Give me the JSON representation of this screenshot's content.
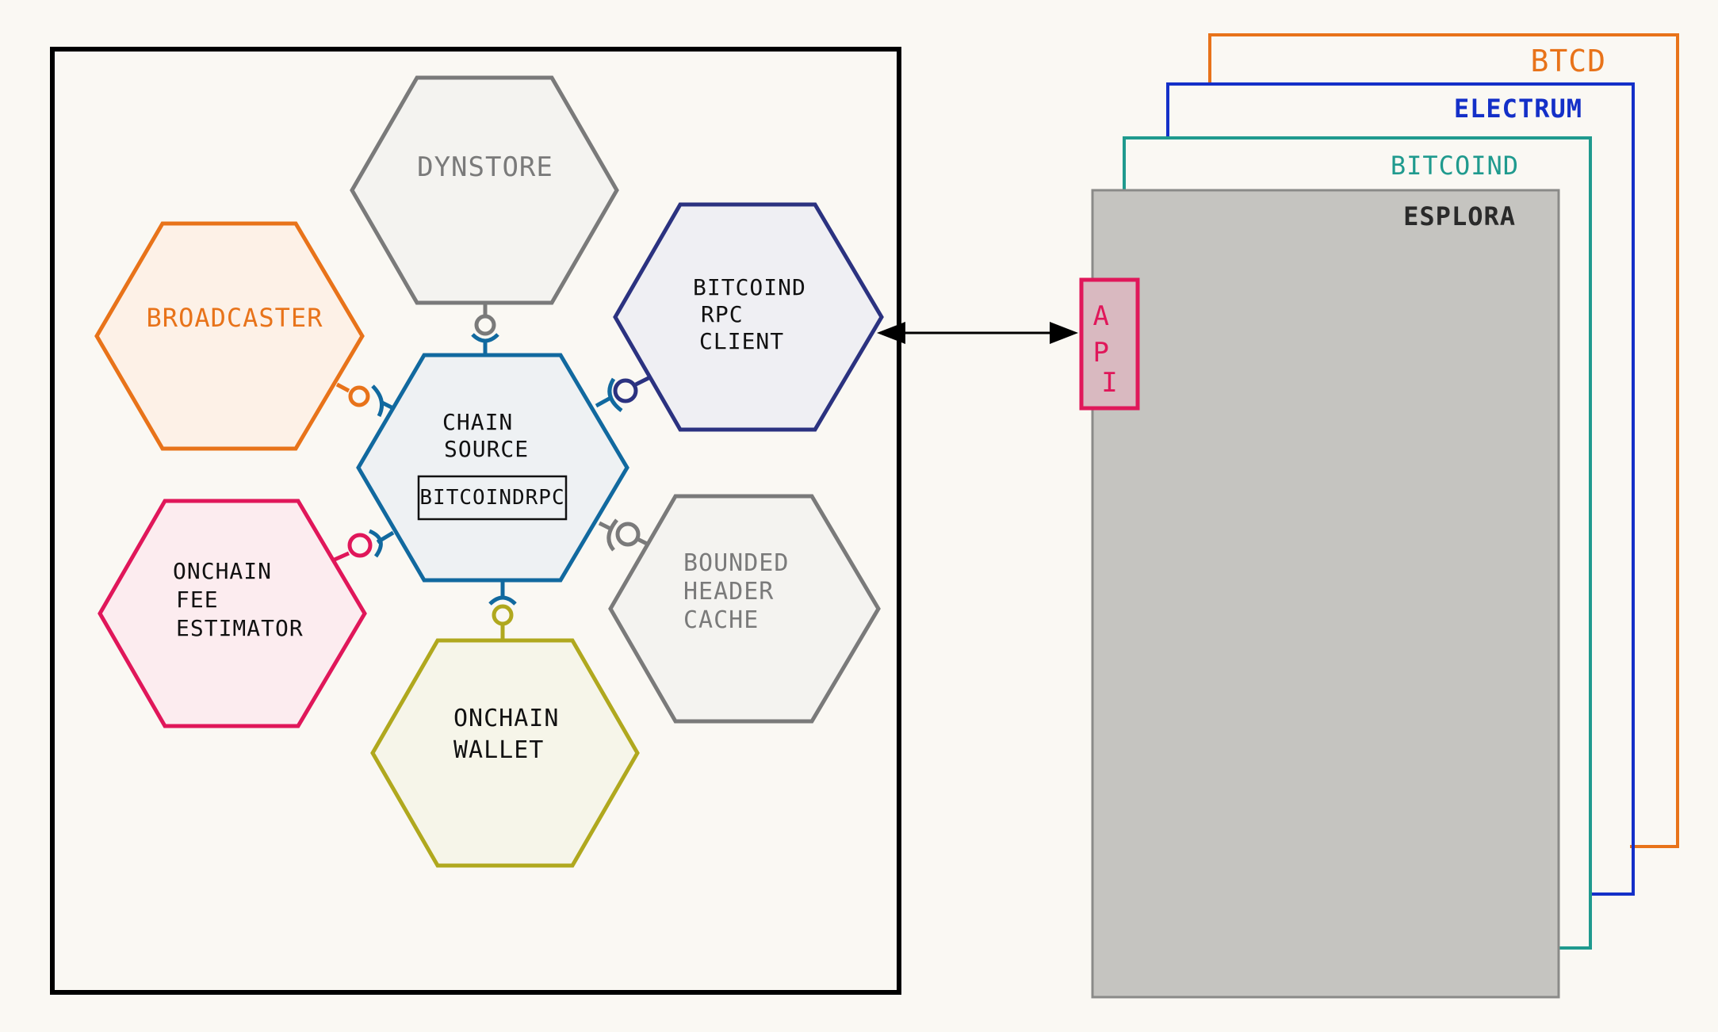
{
  "colors": {
    "background": "#faf8f3",
    "frame": "#000000",
    "chain_source": "#11699f",
    "dynstore": "#7a7a7a",
    "broadcaster": "#e8731a",
    "bitcoind_rpc_client": "#2b3280",
    "onchain_fee_estimator": "#e0175a",
    "onchain_wallet": "#b0a81e",
    "bounded_header_cache": "#7a7a7a",
    "btcd": "#e8731a",
    "electrum": "#1430c8",
    "bitcoind": "#1f9a8e",
    "esplora": "#c5c4c0",
    "api": "#e0175a"
  },
  "hexagons": {
    "dynstore": {
      "lines": [
        "DYNSTORE"
      ]
    },
    "broadcaster": {
      "lines": [
        "BROADCASTER"
      ]
    },
    "bitcoind_rpc_client": {
      "lines": [
        "BITCOIND",
        "RPC",
        "CLIENT"
      ]
    },
    "chain_source": {
      "lines": [
        "CHAIN",
        "SOURCE"
      ],
      "inner_box": "BITCOINDRPC"
    },
    "onchain_fee_estimator": {
      "lines": [
        "ONCHAIN",
        "FEE",
        "ESTIMATOR"
      ]
    },
    "onchain_wallet": {
      "lines": [
        "ONCHAIN",
        "WALLET"
      ]
    },
    "bounded_header_cache": {
      "lines": [
        "BOUNDED",
        "HEADER",
        "CACHE"
      ]
    }
  },
  "backends": {
    "btcd": "BTCD",
    "electrum": "ELECTRUM",
    "bitcoind": "BITCOIND",
    "esplora": "ESPLORA"
  },
  "api": {
    "label": [
      "A",
      "P",
      "I"
    ]
  }
}
